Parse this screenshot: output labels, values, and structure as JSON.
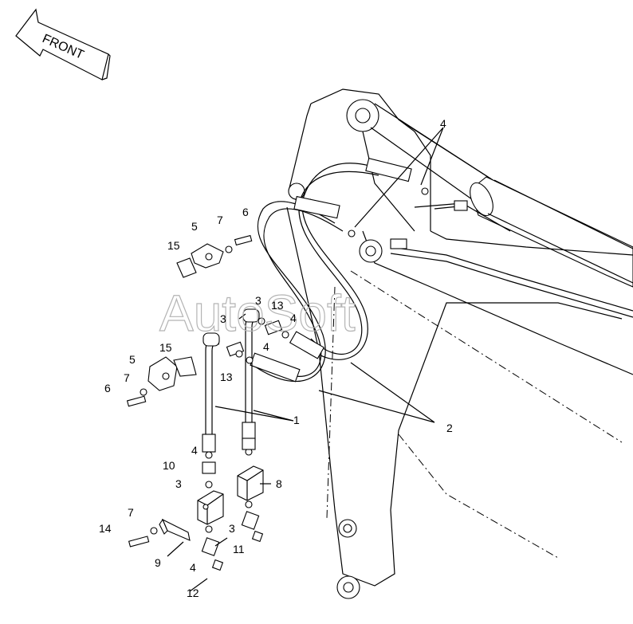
{
  "front_label": "FRONT",
  "watermark": "AutoSoft",
  "callouts": [
    {
      "id": "c1",
      "text": "1"
    },
    {
      "id": "c2",
      "text": "2"
    },
    {
      "id": "c3a",
      "text": "3"
    },
    {
      "id": "c3b",
      "text": "3"
    },
    {
      "id": "c3c",
      "text": "3"
    },
    {
      "id": "c3d",
      "text": "3"
    },
    {
      "id": "c4a",
      "text": "4"
    },
    {
      "id": "c4b",
      "text": "4"
    },
    {
      "id": "c4c",
      "text": "4"
    },
    {
      "id": "c4d",
      "text": "4"
    },
    {
      "id": "c4e",
      "text": "4"
    },
    {
      "id": "c5a",
      "text": "5"
    },
    {
      "id": "c5b",
      "text": "5"
    },
    {
      "id": "c6a",
      "text": "6"
    },
    {
      "id": "c6b",
      "text": "6"
    },
    {
      "id": "c7a",
      "text": "7"
    },
    {
      "id": "c7b",
      "text": "7"
    },
    {
      "id": "c7c",
      "text": "7"
    },
    {
      "id": "c8",
      "text": "8"
    },
    {
      "id": "c9",
      "text": "9"
    },
    {
      "id": "c10",
      "text": "10"
    },
    {
      "id": "c11",
      "text": "11"
    },
    {
      "id": "c12",
      "text": "12"
    },
    {
      "id": "c13a",
      "text": "13"
    },
    {
      "id": "c13b",
      "text": "13"
    },
    {
      "id": "c14",
      "text": "14"
    },
    {
      "id": "c15a",
      "text": "15"
    },
    {
      "id": "c15b",
      "text": "15"
    }
  ]
}
